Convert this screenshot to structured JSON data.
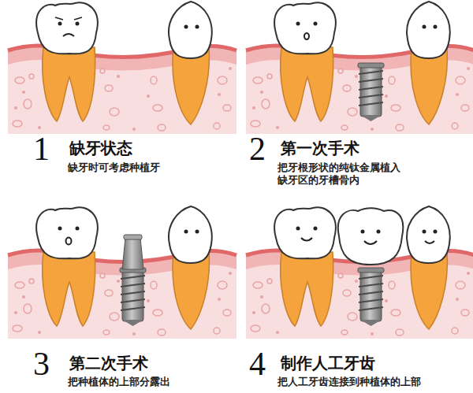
{
  "diagram": {
    "labels": [
      "1",
      "缺牙状态",
      "缺牙时可考虑种植牙",
      "2",
      "第一次手术",
      "把牙根形状的纯钛金属植入 缺牙区的牙槽骨内",
      "3",
      "第二次手术",
      "把种植体的上部分露出",
      "4",
      "制作人工牙齿",
      "把人工牙齿连接到种植体的上部"
    ]
  }
}
